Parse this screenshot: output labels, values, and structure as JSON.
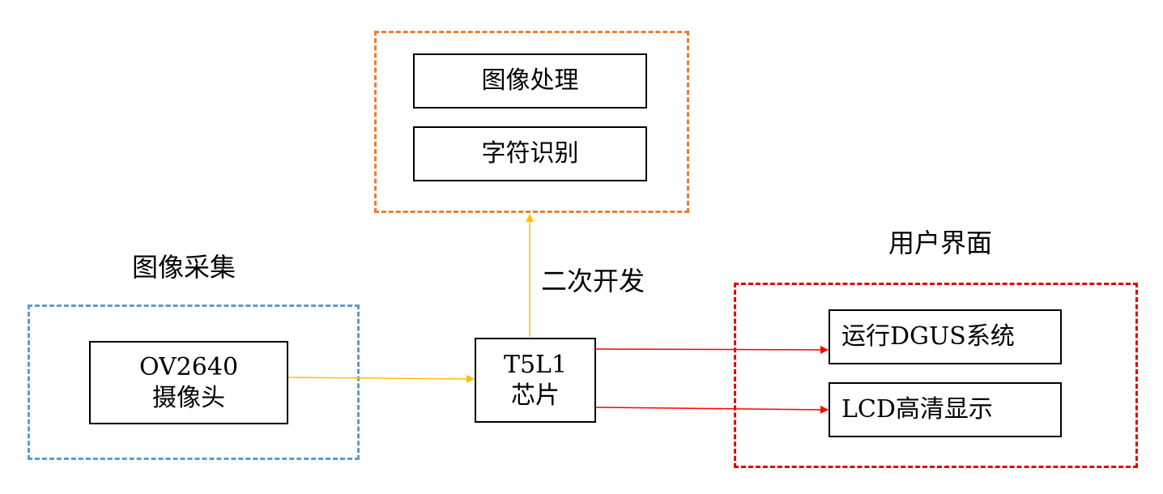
{
  "groups": {
    "processing": {
      "color": "#ED7D31"
    },
    "capture": {
      "label": "图像采集",
      "color": "#5B9BD5"
    },
    "ui": {
      "label": "用户界面",
      "color": "#E00000"
    }
  },
  "boxes": {
    "image_processing": "图像处理",
    "char_recognition": "字符识别",
    "camera_line1": "OV2640",
    "camera_line2": "摄像头",
    "chip_line1": "T5L1",
    "chip_line2": "芯片",
    "dgus": "运行DGUS系统",
    "lcd": "LCD高清显示"
  },
  "edges": {
    "secondary_dev_label": "二次开发",
    "yellow_color": "#FFC000",
    "red_color": "#FF0000"
  }
}
